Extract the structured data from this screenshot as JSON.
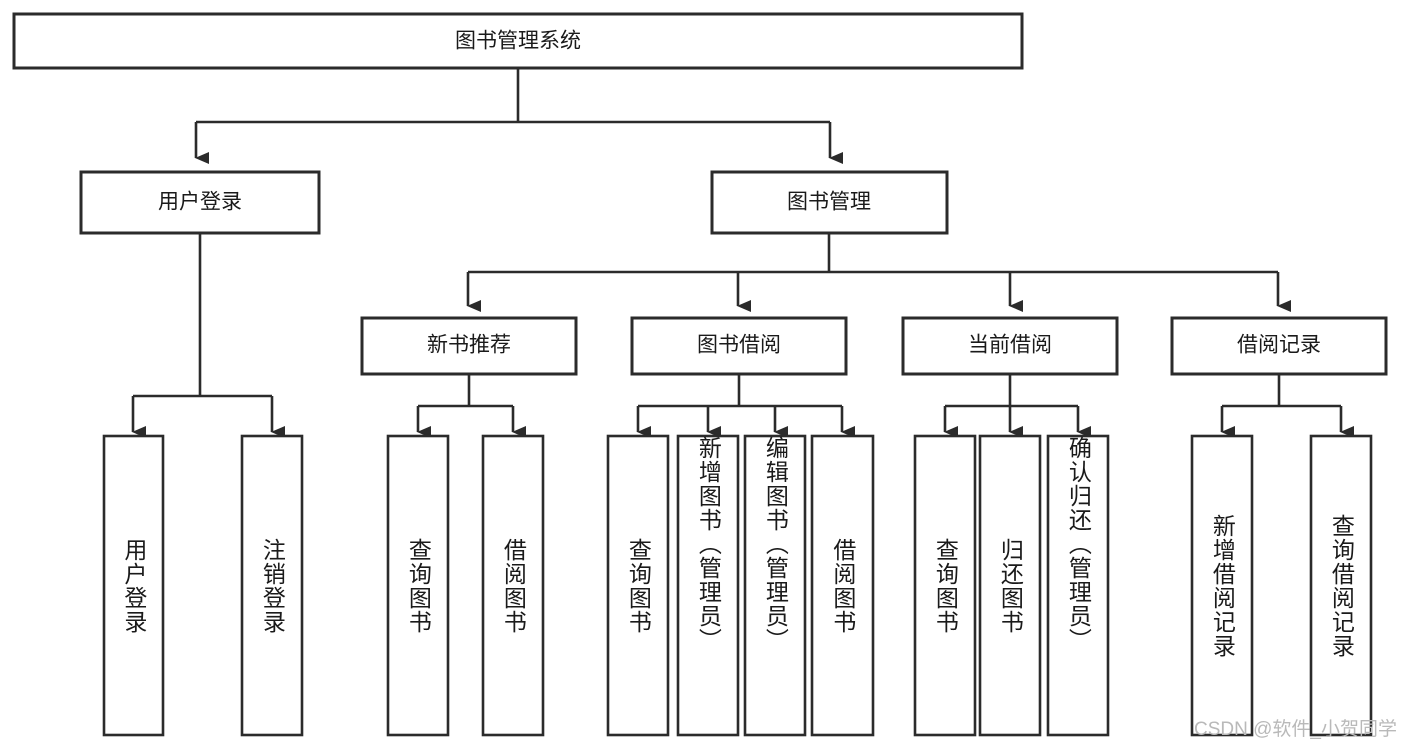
{
  "diagram": {
    "type": "tree",
    "title_node": {
      "id": "root",
      "label": "图书管理系统"
    },
    "level2": [
      {
        "id": "user-login",
        "label": "用户登录"
      },
      {
        "id": "book-manage",
        "label": "图书管理"
      }
    ],
    "level3": [
      {
        "id": "new-book-recommend",
        "label": "新书推荐",
        "parent": "book-manage"
      },
      {
        "id": "book-borrow",
        "label": "图书借阅",
        "parent": "book-manage"
      },
      {
        "id": "current-borrow",
        "label": "当前借阅",
        "parent": "book-manage"
      },
      {
        "id": "borrow-record",
        "label": "借阅记录",
        "parent": "book-manage"
      }
    ],
    "leaves": {
      "user-login": [
        {
          "id": "leaf-user-login",
          "label": "用户登录"
        },
        {
          "id": "leaf-user-logout",
          "label": "注销登录"
        }
      ],
      "new-book-recommend": [
        {
          "id": "leaf-query-book-1",
          "label": "查询图书"
        },
        {
          "id": "leaf-borrow-book-1",
          "label": "借阅图书"
        }
      ],
      "book-borrow": [
        {
          "id": "leaf-query-book-2",
          "label": "查询图书"
        },
        {
          "id": "leaf-add-book",
          "label": "新增图书（管理员）"
        },
        {
          "id": "leaf-edit-book",
          "label": "编辑图书（管理员）"
        },
        {
          "id": "leaf-borrow-book-2",
          "label": "借阅图书"
        }
      ],
      "current-borrow": [
        {
          "id": "leaf-query-book-3",
          "label": "查询图书"
        },
        {
          "id": "leaf-return-book",
          "label": "归还图书"
        },
        {
          "id": "leaf-confirm-return",
          "label": "确认归还（管理员）"
        }
      ],
      "borrow-record": [
        {
          "id": "leaf-add-record",
          "label": "新增借阅记录"
        },
        {
          "id": "leaf-query-record",
          "label": "查询借阅记录"
        }
      ]
    }
  },
  "watermark": {
    "text": "CSDN @软件_小贺同学"
  },
  "colors": {
    "stroke": "#2b2b2b",
    "fill": "#ffffff",
    "text": "#1a1a1a",
    "watermark": "#b9b9b9"
  }
}
